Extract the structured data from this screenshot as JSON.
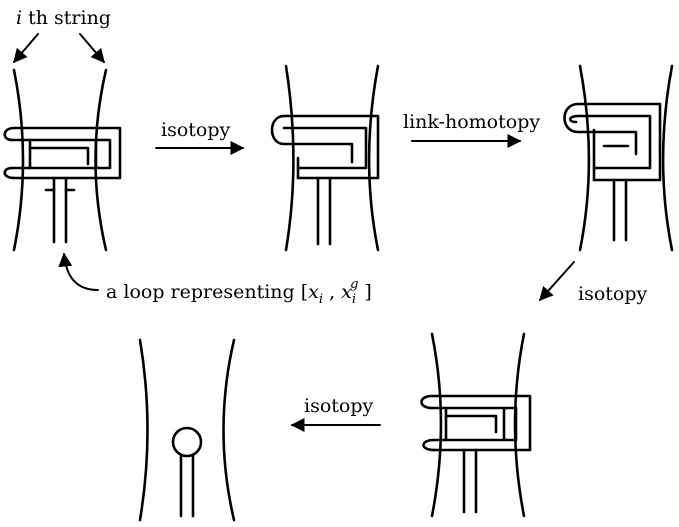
{
  "labels": {
    "ith_string_italic": "i",
    "ith_string_rest": " th string",
    "arrow_1": "isotopy",
    "arrow_2": "link-homotopy",
    "arrow_3": "isotopy",
    "arrow_4": "isotopy",
    "loop_prefix": "a loop representing ",
    "loop_bracket_open": "[",
    "loop_x1": "x",
    "loop_sub1": "i",
    "loop_comma": " , ",
    "loop_x2": "x",
    "loop_sub2": "i",
    "loop_sup2": "g",
    "loop_bracket_close": " ]"
  },
  "colors": {
    "ink": "#000000",
    "background": "#ffffff"
  }
}
